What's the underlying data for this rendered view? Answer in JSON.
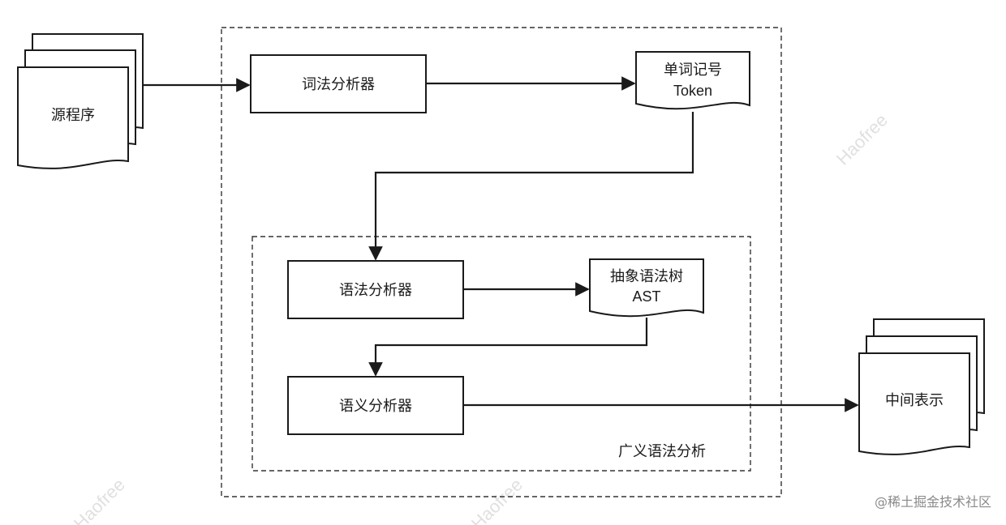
{
  "nodes": {
    "source": "源程序",
    "lexer": "词法分析器",
    "token_cn": "单词记号",
    "token_en": "Token",
    "parser": "语法分析器",
    "ast_cn": "抽象语法树",
    "ast_en": "AST",
    "semantic": "语义分析器",
    "ir": "中间表示"
  },
  "groups": {
    "inner": "广义语法分析"
  },
  "watermark": "Haofree",
  "credit": "@稀土掘金技术社区"
}
